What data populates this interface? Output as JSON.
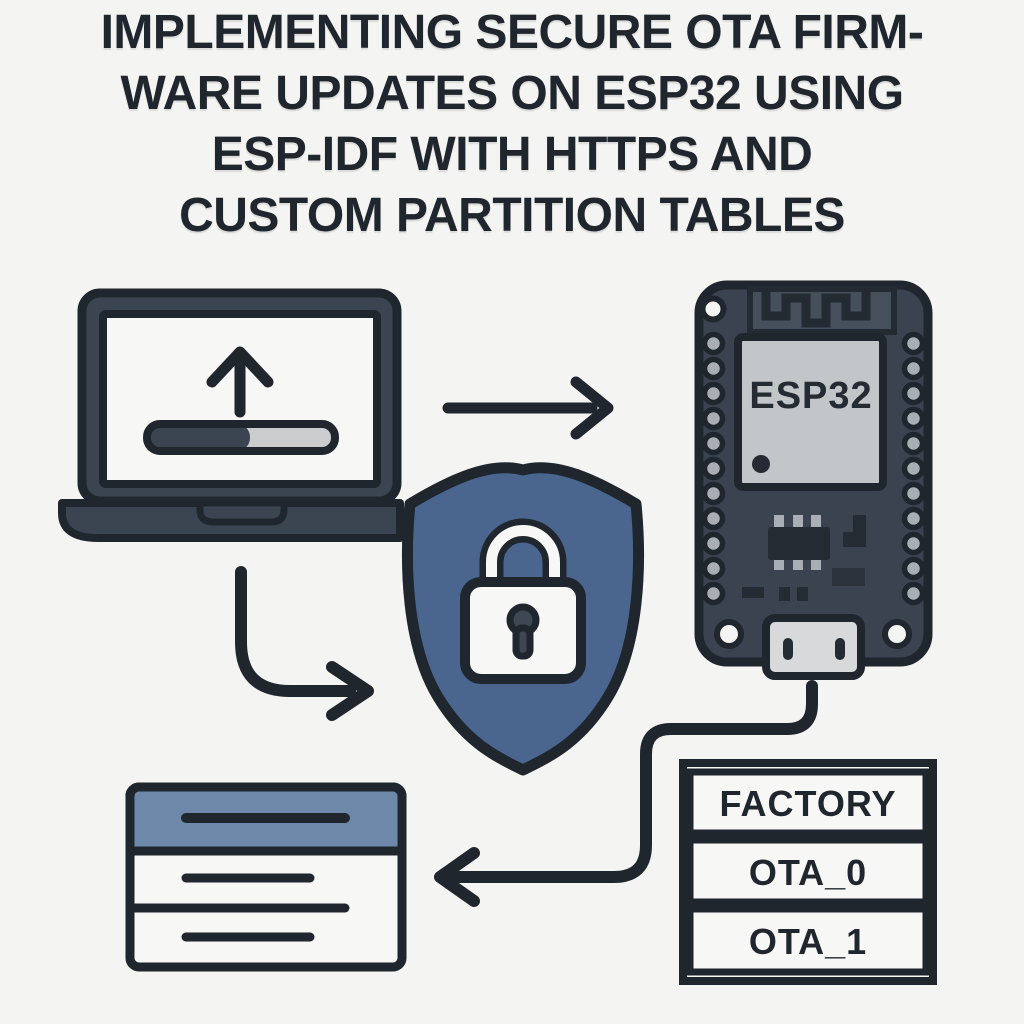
{
  "title": {
    "lines": [
      "IMPLEMENTING SECURE OTA FIRM-",
      "WARE UPDATES ON ESP32 USING",
      "ESP-IDF WITH HTTPS AND",
      "CUSTOM PARTITION TABLES"
    ]
  },
  "colors": {
    "background": "#f4f4f2",
    "ink": "#20262e",
    "frame": "#3b4552",
    "screen": "#f7f7f5",
    "shield_blue": "#4a668f",
    "header_blue": "#6e88a9",
    "chip_gray": "#c2c6c8",
    "pin_gray": "#a9aeb4",
    "board_dark": "#3c4350",
    "panel_dark": "#46505c",
    "component_dark": "#242b33",
    "usb_gray": "#d7d9da",
    "progress_track": "#caccce",
    "keyhole_gray": "#3f4752"
  },
  "laptop": {
    "icon": "laptop-upload-icon",
    "upload_icon": "upload-arrow-icon",
    "progress_percent": 55
  },
  "shield": {
    "icon": "security-shield-icon",
    "lock_icon": "padlock-icon"
  },
  "board": {
    "icon": "esp32-dev-board",
    "chip_label": "ESP32",
    "pins_per_side": 11
  },
  "partition_table": {
    "rows": [
      {
        "label": "FACTORY"
      },
      {
        "label": "OTA_0"
      },
      {
        "label": "OTA_1"
      }
    ]
  },
  "server": {
    "icon": "firmware-server-card"
  }
}
